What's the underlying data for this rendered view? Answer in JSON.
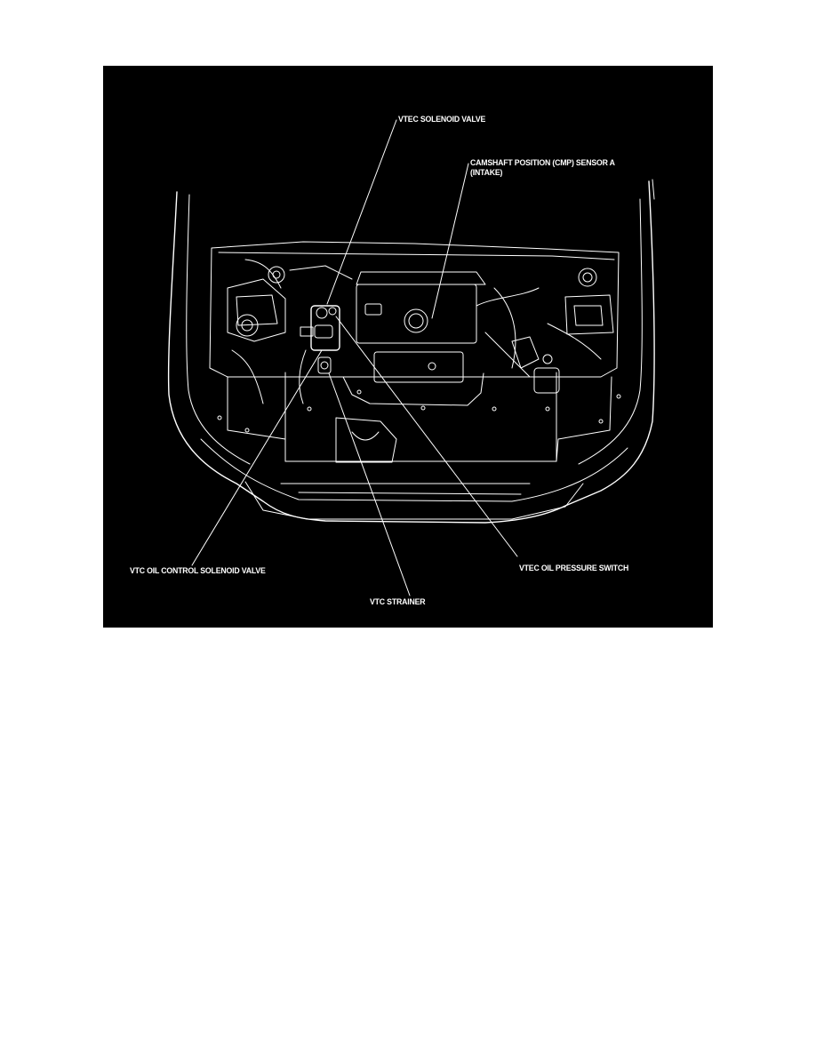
{
  "figure": {
    "background_color": "#000000",
    "line_color": "#ffffff",
    "callouts": [
      {
        "id": "vtec-solenoid-valve",
        "text": "VTEC SOLENOID VALVE"
      },
      {
        "id": "cmp-sensor-a",
        "text": "CAMSHAFT POSITION (CMP) SENSOR A\n(INTAKE)"
      },
      {
        "id": "vtc-oil-control-solenoid-valve",
        "text": "VTC OIL CONTROL SOLENOID VALVE"
      },
      {
        "id": "vtec-oil-pressure-switch",
        "text": "VTEC OIL PRESSURE SWITCH"
      },
      {
        "id": "vtc-strainer",
        "text": "VTC STRAINER"
      }
    ]
  }
}
